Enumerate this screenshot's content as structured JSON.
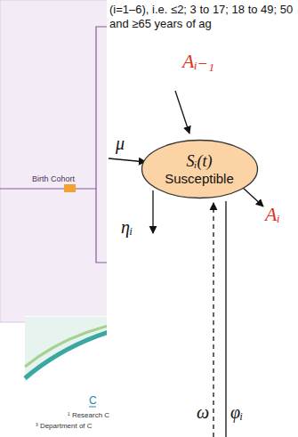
{
  "diagram": {
    "nodes": [
      {
        "text": [
          "Sᵢ(t)",
          "Susceptible"
        ]
      }
    ],
    "labels": [
      "Birth Cohort",
      "(i=1–6), i.e. ≤2; 3 to 17; 18 to 49; 50 and ≥65 years of ag",
      "Aᵢ₋₁",
      "μ",
      "ηᵢ",
      "Aᵢ",
      "ω",
      "φᵢ",
      "C",
      "¹ Research C",
      "³ Department of C"
    ]
  }
}
